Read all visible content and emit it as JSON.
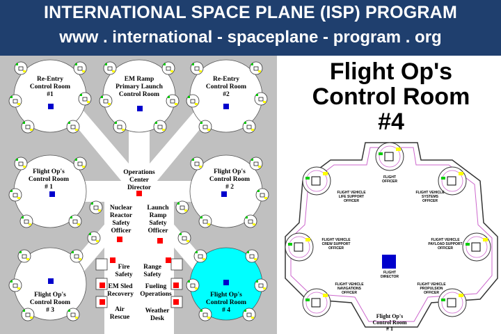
{
  "header": {
    "title": "INTERNATIONAL SPACE PLANE (ISP) PROGRAM",
    "url": "www . international - spaceplane - program . org"
  },
  "colors": {
    "header_bg": "#1f3f6e",
    "panel_bg": "#c0c0c0",
    "highlight": "#00ffff",
    "director_marker": "#0000cc",
    "station_marker": "#ff0000",
    "console_yellow": "#ffff00",
    "console_green": "#00cc00"
  },
  "facility": {
    "reentry_1": [
      "Re-Entry",
      "Control Room",
      "#1"
    ],
    "em_ramp": [
      "EM Ramp",
      "Primary Launch",
      "Control Room"
    ],
    "reentry_2": [
      "Re-Entry",
      "Control Room",
      "#2"
    ],
    "fop_1": [
      "Flight Op's",
      "Control Room",
      "# 1"
    ],
    "ops_center": [
      "Operations",
      "Center",
      "Director"
    ],
    "fop_2": [
      "Flight Op's",
      "Control Room",
      "# 2"
    ],
    "nuclear": [
      "Nuclear",
      "Reactor",
      "Safety",
      "Officer"
    ],
    "launch_ramp": [
      "Launch",
      "Ramp",
      "Safety",
      "Officer"
    ],
    "fire": [
      "Fire",
      "Safety"
    ],
    "range": [
      "Range",
      "Safety"
    ],
    "em_sled": [
      "EM Sled",
      "Recovery"
    ],
    "fueling": [
      "Fueling",
      "Operations"
    ],
    "air_rescue": [
      "Air",
      "Rescue"
    ],
    "weather": [
      "Weather",
      "Desk"
    ],
    "fop_3": [
      "Flight Op's",
      "Control Room",
      "# 3"
    ],
    "fop_4": [
      "Flight Op's",
      "Control Room",
      "# 4"
    ]
  },
  "detail": {
    "title": [
      "Flight Op's",
      "Control Room",
      "#4"
    ],
    "flight_officer": [
      "FLIGHT",
      "OFFICER"
    ],
    "life_support": [
      "FLIGHT VEHICLE",
      "LIFE SUPPORT",
      "OFFICER"
    ],
    "systems": [
      "FLIGHT VEHICLE",
      "SYSTEMS",
      "OFFICER"
    ],
    "crew_support": [
      "FLIGHT VEHICLE",
      "CREW SUPPORT",
      "OFFICER"
    ],
    "payload_support": [
      "FLIGHT VEHICLE",
      "PAYLOAD SUPPORT",
      "OFFICER"
    ],
    "flight_director": [
      "FLIGHT",
      "DIRECTOR"
    ],
    "navigations": [
      "FLIGHT VEHICLE",
      "NAVIGATIONS",
      "OFFICER"
    ],
    "propulsion": [
      "FLIGHT VEHICLE",
      "PROPULSION",
      "OFFICER"
    ],
    "room_label": [
      "Flight Op's",
      "Control Room",
      "# 1"
    ]
  }
}
